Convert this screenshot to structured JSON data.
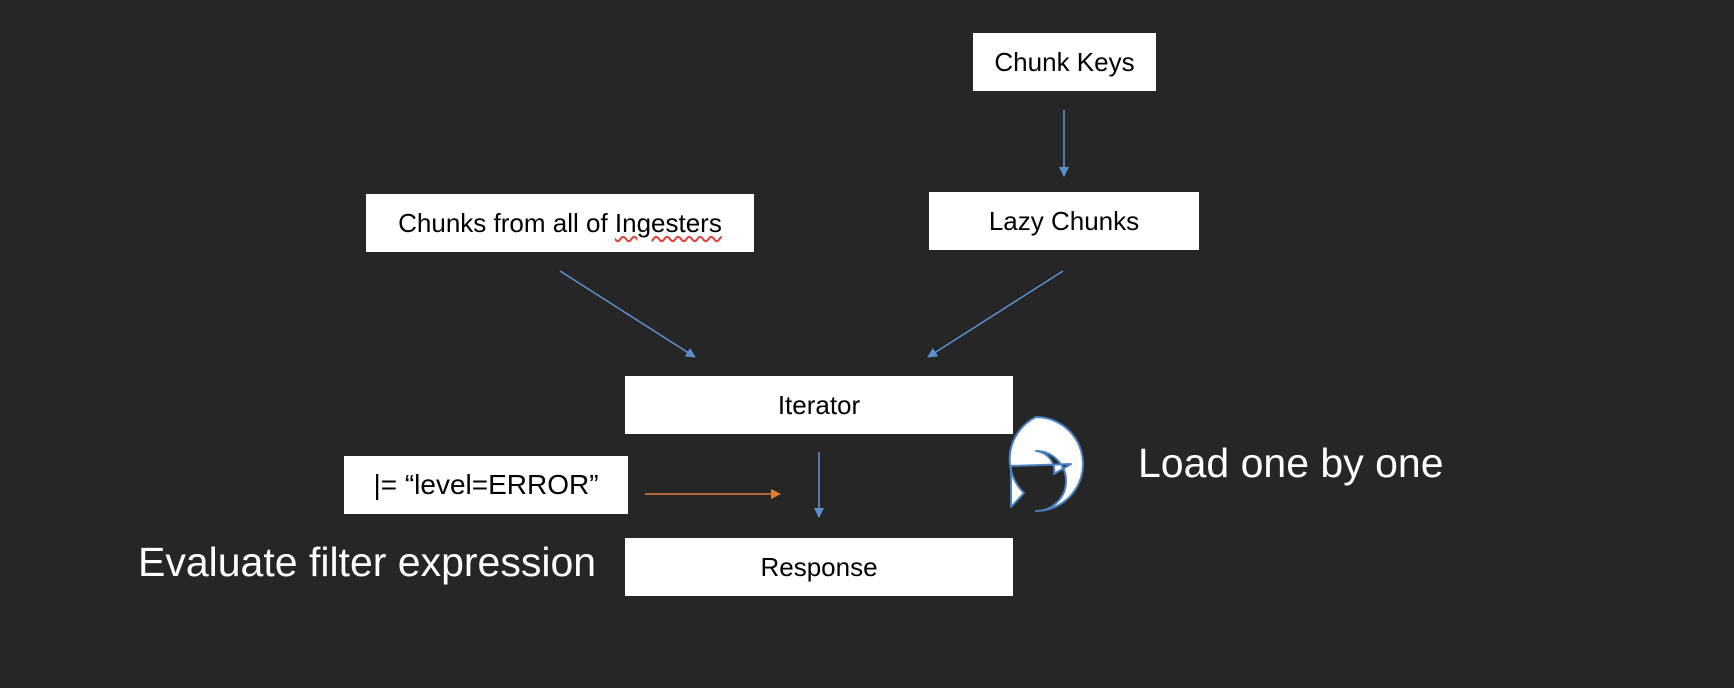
{
  "boxes": {
    "chunk_keys": "Chunk Keys",
    "lazy_chunks": "Lazy Chunks",
    "ingesters_prefix": "Chunks from all of ",
    "ingesters_word": "Ingesters",
    "iterator": "Iterator",
    "filter": "|= “level=ERROR”",
    "response": "Response"
  },
  "captions": {
    "load": "Load one by one",
    "evaluate": "Evaluate filter expression"
  },
  "colors": {
    "background": "#262626",
    "blue_arrow": "#5b8fd0",
    "orange_arrow": "#e07f3c",
    "loop_icon": "#4a7fc0"
  }
}
